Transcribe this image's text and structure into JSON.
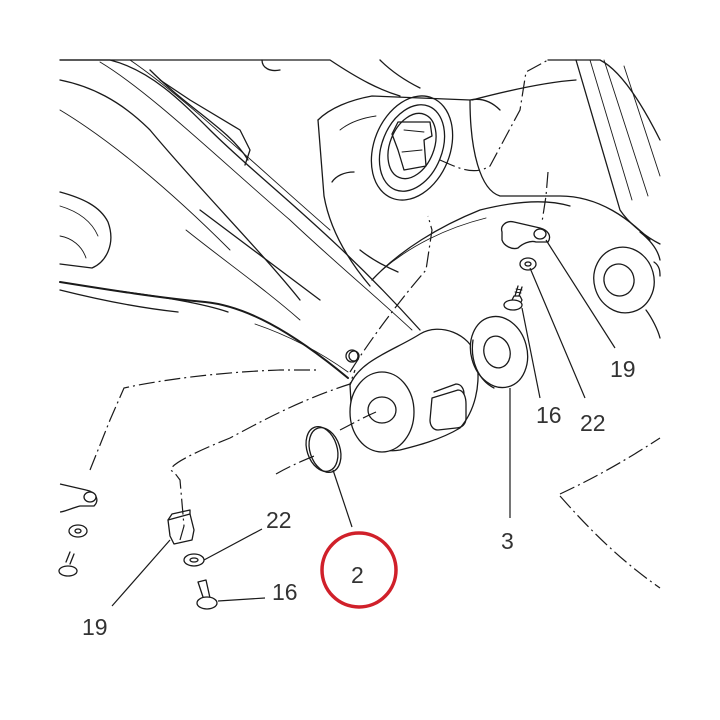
{
  "labels": {
    "part_2": "2",
    "part_3": "3",
    "part_16_left": "16",
    "part_16_right": "16",
    "part_19_left": "19",
    "part_19_right": "19",
    "part_22_left": "22",
    "part_22_right": "22"
  },
  "colors": {
    "highlight": "#d0202a",
    "line": "#1a1a1a",
    "label_text": "#333333",
    "background": "#ffffff"
  }
}
